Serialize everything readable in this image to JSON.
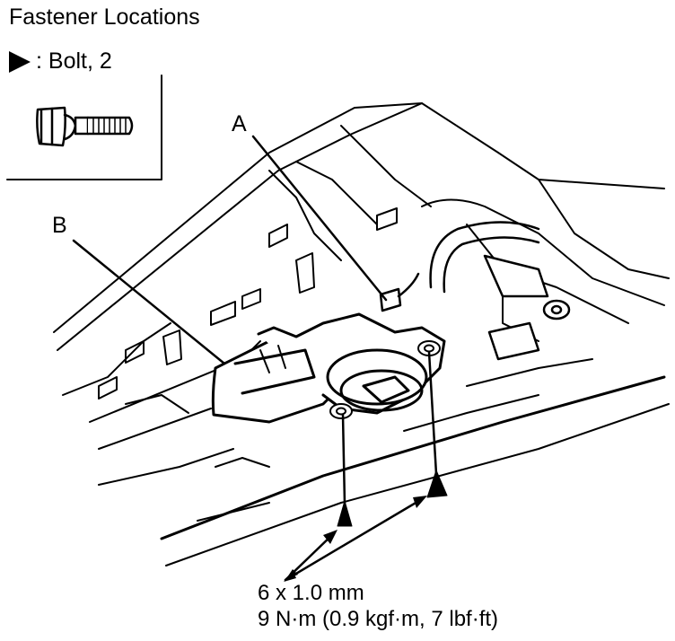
{
  "title": "Fastener Locations",
  "legend": {
    "symbol": "triangle-pointer-icon",
    "text": ": Bolt, 2"
  },
  "callouts": {
    "a": "A",
    "b": "B"
  },
  "torque_spec": {
    "size": "6 x 1.0 mm",
    "torque": "9 N·m (0.9 kgf·m, 7 lbf·ft)"
  }
}
